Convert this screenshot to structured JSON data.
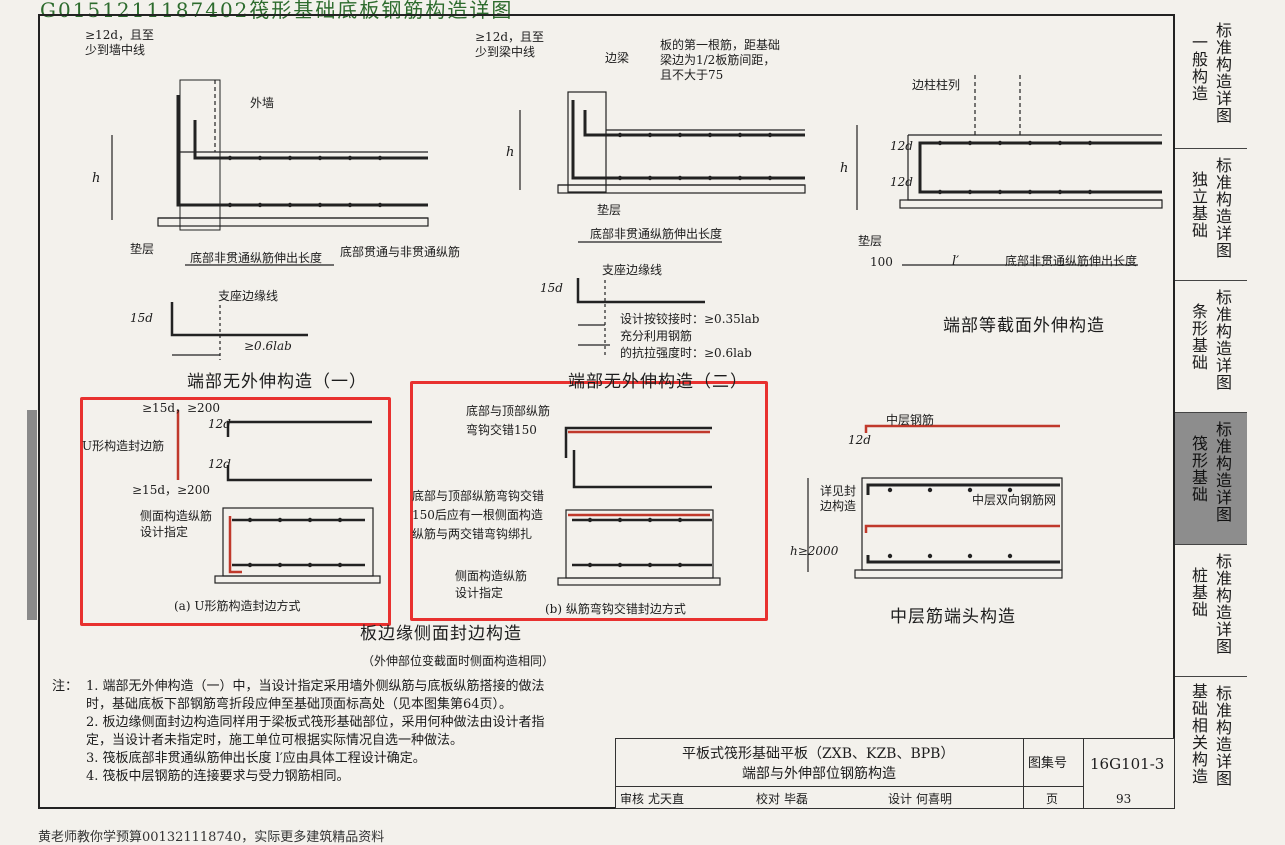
{
  "header_text": "G0151211187402筏形基础底板钢筋构造详图",
  "footer_text": "黄老师教你学预算001321118740，实际更多建筑精品资料",
  "sidebar": {
    "items": [
      {
        "a": "标准构造详图",
        "b": "一般构造"
      },
      {
        "a": "标准构造详图",
        "b": "独立基础"
      },
      {
        "a": "标准构造详图",
        "b": "条形基础"
      },
      {
        "a": "标准构造详图",
        "b": "筏形基础"
      },
      {
        "a": "标准构造详图",
        "b": "桩基础"
      },
      {
        "a": "标准构造详图",
        "b": "基础相关构造"
      }
    ]
  },
  "d1": {
    "top_note": "≥12d，且至\n少到墙中线",
    "wall": "外墙",
    "h": "h",
    "cushion": "垫层",
    "ext_len": "底部非贯通纵筋伸出长度",
    "bottom_bars": "底部贯通与非贯通纵筋",
    "edge": "支座边缘线",
    "hook15d": "15d",
    "anchor": "≥0.6lab",
    "title": "端部无外伸构造（一）"
  },
  "d2": {
    "top_note": "≥12d，且至\n少到梁中线",
    "beam": "边梁",
    "first_bar": "板的第一根筋，距基础\n梁边为1/2板筋间距，\n且不大于75",
    "h": "h",
    "cushion": "垫层",
    "ext_len": "底部非贯通纵筋伸出长度",
    "edge": "支座边缘线",
    "hook15d": "15d",
    "design1": "设计按铰接时：≥0.35lab",
    "design2": "充分利用钢筋",
    "design3": "的抗拉强度时：≥0.6lab",
    "title": "端部无外伸构造（二）"
  },
  "d3": {
    "col": "边柱柱列",
    "h": "h",
    "d12a": "12d",
    "d12b": "12d",
    "cushion": "垫层",
    "n100": "100",
    "lprime": "l′",
    "ext_len": "底部非贯通纵筋伸出长度",
    "title": "端部等截面外伸构造"
  },
  "a": {
    "top": "≥15d，≥200",
    "u_bar": "U形构造封边筋",
    "d12a": "12d",
    "d12b": "12d",
    "bot": "≥15d，≥200",
    "side1": "侧面构造纵筋",
    "side2": "设计指定",
    "caption": "(a)  U形筋构造封边方式"
  },
  "b": {
    "n1": "底部与顶部纵筋",
    "n2": "弯钩交错150",
    "n3": "底部与顶部纵筋弯钩交错",
    "n4": "150后应有一根侧面构造",
    "n5": "纵筋与两交错弯钩绑扎",
    "side1": "侧面构造纵筋",
    "side2": "设计指定",
    "caption": "(b)  纵筋弯钩交错封边方式"
  },
  "c": {
    "mid_bar": "中层钢筋",
    "d12": "12d",
    "see": "详见封\n边构造",
    "mesh": "中层双向钢筋网",
    "h2000": "h≥2000",
    "title": "中层筋端头构造"
  },
  "section_title": "板边缘侧面封边构造",
  "section_sub": "（外伸部位变截面时侧面构造相同）",
  "notes": {
    "label": "注：",
    "items": [
      "1. 端部无外伸构造（一）中，当设计指定采用墙外侧纵筋与底板纵筋搭接的做法",
      "    时，基础底板下部钢筋弯折段应伸至基础顶面标高处（见本图集第64页）。",
      "2. 板边缘侧面封边构造同样用于梁板式筏形基础部位，采用何种做法由设计者指",
      "    定，当设计者未指定时，施工单位可根据实际情况自选一种做法。",
      "3. 筏板底部非贯通纵筋伸出长度 l′应由具体工程设计确定。",
      "4. 筏板中层钢筋的连接要求与受力钢筋相同。"
    ]
  },
  "title_block": {
    "title1": "平板式筏形基础平板（ZXB、KZB、BPB）",
    "title2": "端部与外伸部位钢筋构造",
    "atlas_label": "图集号",
    "atlas_no": "16G101-3",
    "review": "审核",
    "reviewer": "尤天直",
    "check": "校对",
    "checker": "毕磊",
    "design": "设计",
    "designer": "何喜明",
    "page_label": "页",
    "page_no": "93"
  },
  "colors": {
    "highlight": "#e8312f",
    "rebar": "#222222",
    "red_rebar": "#c0392b"
  }
}
